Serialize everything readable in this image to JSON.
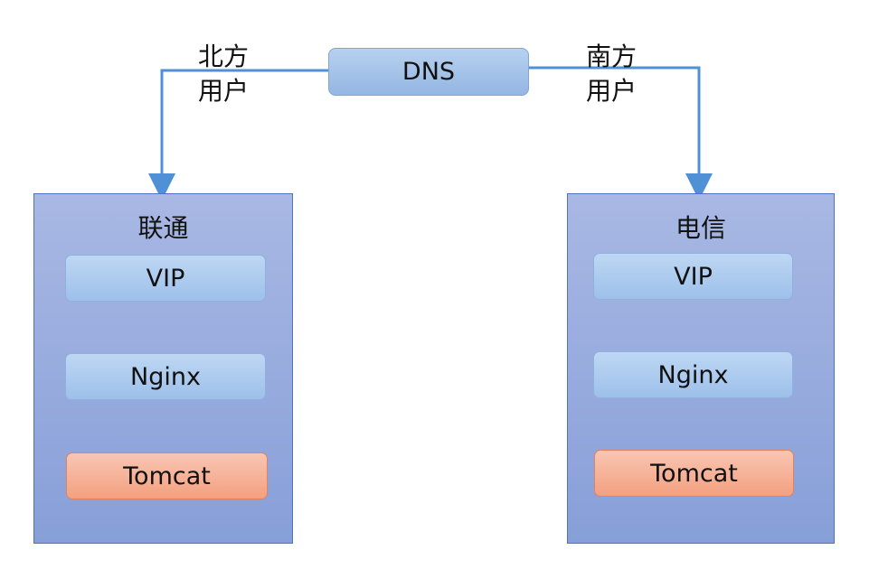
{
  "dns": {
    "label": "DNS"
  },
  "users": {
    "north": "北方\n用户",
    "south": "南方\n用户"
  },
  "isps": [
    {
      "title": "联通",
      "vip": "VIP",
      "nginx": "Nginx",
      "tomcat": "Tomcat"
    },
    {
      "title": "电信",
      "vip": "VIP",
      "nginx": "Nginx",
      "tomcat": "Tomcat"
    }
  ],
  "colors": {
    "route_line": "#4f90d6",
    "internal_arrow": "#2f3541",
    "dns_fill": "#a6c4ea",
    "container_fill": "#94a9dd",
    "component_fill": "#aac9ee",
    "tomcat_fill": "#f5ac8c"
  }
}
